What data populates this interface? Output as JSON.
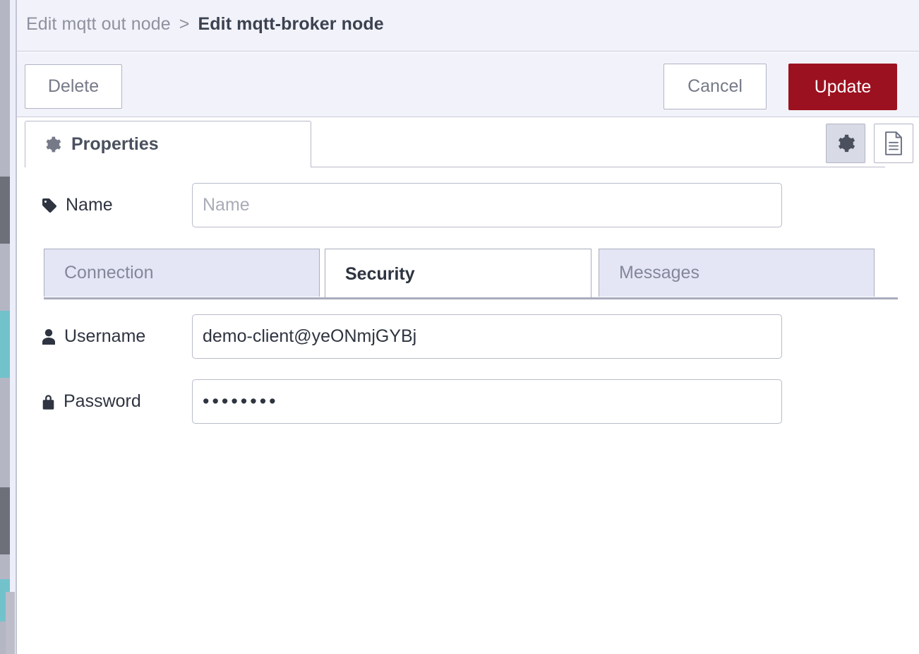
{
  "breadcrumb": {
    "parent": "Edit mqtt out node",
    "separator": ">",
    "current": "Edit mqtt-broker node"
  },
  "actions": {
    "delete_label": "Delete",
    "cancel_label": "Cancel",
    "update_label": "Update",
    "update_color": "#9c1120"
  },
  "tabstrip": {
    "properties_label": "Properties",
    "gear_tool": "settings-gear",
    "doc_tool": "description-document"
  },
  "form": {
    "name": {
      "label": "Name",
      "icon": "tag-icon",
      "value": "",
      "placeholder": "Name"
    },
    "username": {
      "label": "Username",
      "icon": "user-icon",
      "value": "demo-client@yeONmjGYBj",
      "placeholder": ""
    },
    "password": {
      "label": "Password",
      "icon": "lock-icon",
      "value": "••••••••",
      "placeholder": ""
    }
  },
  "inner_tabs": [
    {
      "label": "Connection",
      "active": false
    },
    {
      "label": "Security",
      "active": true
    },
    {
      "label": "Messages",
      "active": false
    }
  ]
}
